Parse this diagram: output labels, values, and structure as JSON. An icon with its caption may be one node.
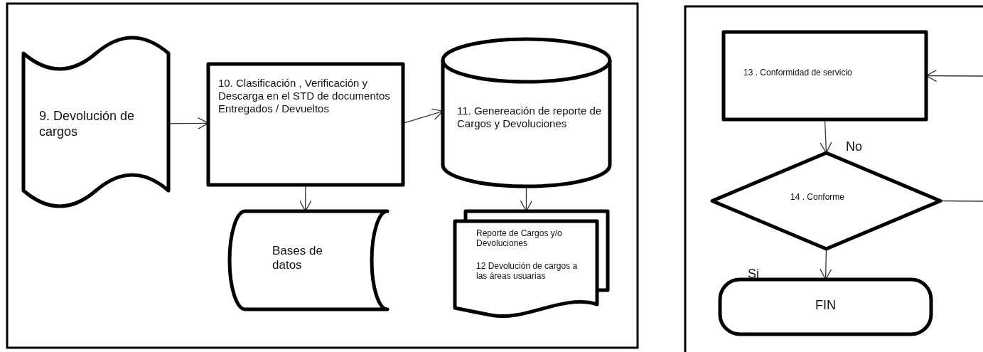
{
  "diagram": {
    "nodes": [
      {
        "text": [
          "9. Devolución de cargos"
        ]
      },
      {
        "text": [
          "10. Clasificación , Verificación y Descarga en el STD de documentos Entregados / Devueltos"
        ]
      },
      {
        "text": [
          "11. Genereación de reporte de Cargos y Devoluciones"
        ]
      },
      {
        "text": [
          "Bases de datos"
        ]
      },
      {
        "text": [
          "Reporte de Cargos y/o Devoluciones",
          "12 Devolución de cargos a las áreas usuarias"
        ]
      },
      {
        "text": [
          "13 . Conformidad de servicio"
        ]
      },
      {
        "text": [
          "14 . Conforme"
        ]
      },
      {
        "text": [
          "FIN"
        ]
      }
    ],
    "edges": [
      {
        "from": 0,
        "to": 1,
        "arrow": "to"
      },
      {
        "from": 1,
        "to": 3,
        "arrow": "to"
      },
      {
        "from": 1,
        "to": 2,
        "arrow": "to"
      },
      {
        "from": 2,
        "to": 4,
        "arrow": "to"
      },
      {
        "from": null,
        "to": 5,
        "arrow": "to"
      },
      {
        "from": 5,
        "to": 6,
        "arrow": "to"
      },
      {
        "from": 6,
        "to": 7,
        "arrow": "to"
      },
      {
        "from": 6,
        "to": null,
        "arrow": "none"
      }
    ],
    "labels": [
      "No",
      "Si"
    ]
  }
}
